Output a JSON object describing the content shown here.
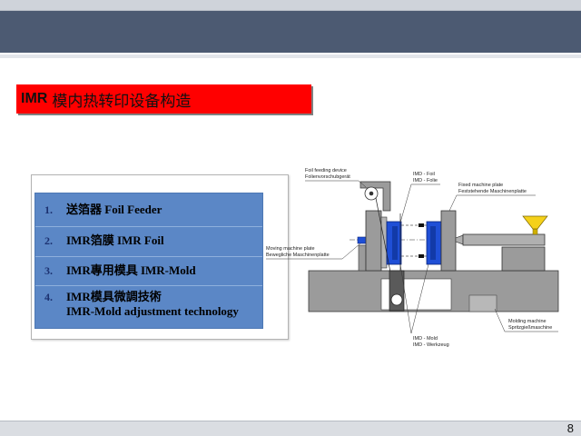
{
  "slide": {
    "title_prefix": "IMR",
    "title_main": "模内热转印设备构造",
    "page_number": "8"
  },
  "list": {
    "items": [
      {
        "number": "1.",
        "lines": [
          "送箔器 Foil Feeder"
        ]
      },
      {
        "number": "2.",
        "lines": [
          "IMR箔膜 IMR Foil"
        ]
      },
      {
        "number": "3.",
        "lines": [
          "IMR專用模具 IMR-Mold"
        ]
      },
      {
        "number": "4.",
        "lines": [
          "IMR模具微調技術",
          "IMR-Mold adjustment technology"
        ]
      }
    ]
  },
  "diagram": {
    "labels": {
      "foil_feeder": [
        "Foil feeding device",
        "Folienvorschubgerät"
      ],
      "imd_foil": [
        "IMD - Foil",
        "IMD - Folie"
      ],
      "fixed_plate": [
        "Fixed machine plate",
        "Feststehende Maschinenplatte"
      ],
      "moving_plate": [
        "Moving machine plate",
        "Bewegliche Maschinenplatte"
      ],
      "molding_machine": [
        "Molding machine",
        "Spritzgießmaschine"
      ],
      "imd_mold": [
        "IMD - Mold",
        "IMD - Werkzeug"
      ]
    }
  },
  "colors": {
    "header_band": "#4c5a72",
    "title_bar": "#ff0000",
    "list_panel": "#5b87c6",
    "list_number": "#1c3170",
    "mold_blue": "#1f4fd6",
    "machine_gray": "#9b9b9b",
    "hopper_yellow": "#f5d11a"
  }
}
